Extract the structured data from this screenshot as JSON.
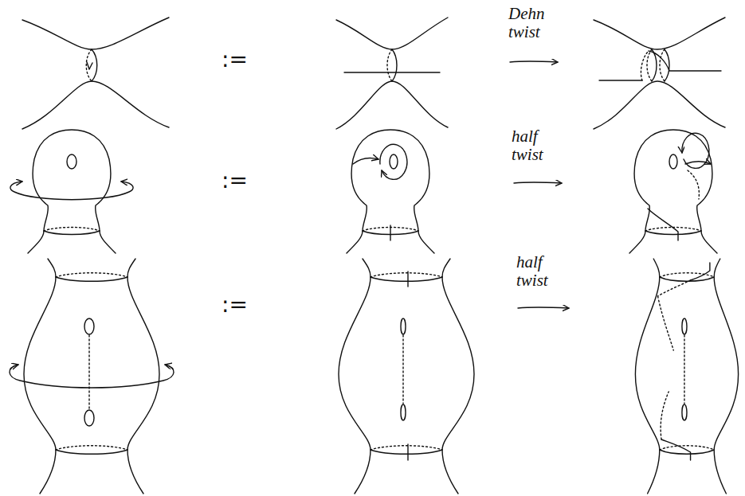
{
  "diagram": {
    "labels": [
      ":=",
      "Dehn twist",
      ":=",
      "half twist",
      ":=",
      "half twist"
    ]
  }
}
